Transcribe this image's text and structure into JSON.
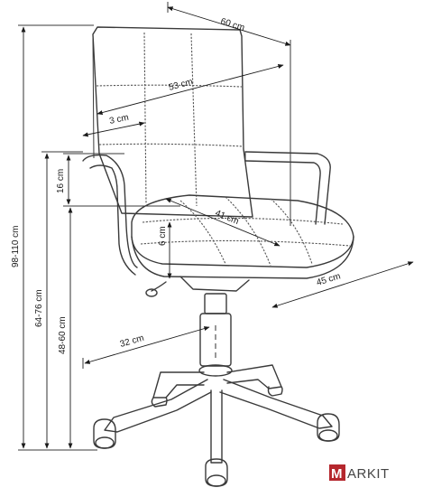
{
  "brand": {
    "logo_letter": "M",
    "logo_text": "ARKIT",
    "logo_color": "#b5272d"
  },
  "dimensions": {
    "depth_top": "60 cm",
    "backrest_width": "53 cm",
    "backrest_thickness": "3 cm",
    "armrest_height": "16 cm",
    "seat_depth": "41 cm",
    "seat_thickness": "6 cm",
    "seat_width": "45 cm",
    "base_radius": "32 cm",
    "total_height": "98-110 cm",
    "armrest_floor_height": "64-76 cm",
    "seat_height": "48-60 cm"
  },
  "colors": {
    "line": "#1a1a1a",
    "chair_outline": "#3a3a3a"
  }
}
